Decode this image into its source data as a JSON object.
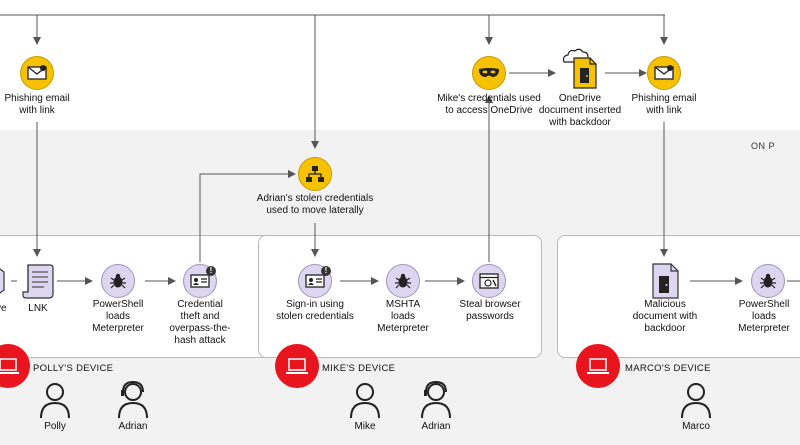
{
  "zone": {
    "label": "ON P"
  },
  "icons": {
    "phishing": "envelope-alert-icon",
    "lnk": "scroll-file-icon",
    "bug": "bug-icon",
    "credential": "id-card-icon",
    "network": "network-flow-icon",
    "mask": "mask-icon",
    "onedrive_doc": "cloud-door-document-icon",
    "browser": "browser-key-icon",
    "document": "door-document-icon",
    "laptop": "laptop-icon",
    "user": "user-icon",
    "headset_user": "headset-user-icon"
  },
  "colors": {
    "attack_node": "#f6c200",
    "device_node": "#ddd6f0",
    "device_badge": "#e8141e"
  },
  "top": {
    "phish1": "Phishing email\nwith link",
    "mike_creds": "Mike's credentials used\nto access OneDrive",
    "onedrive": "OneDrive\ndocument inserted\nwith backdoor",
    "phish2": "Phishing email\nwith link"
  },
  "lateral": {
    "label": "Adrian's stolen credentials\nused to move laterally"
  },
  "devices": {
    "polly": {
      "label": "POLLY'S DEVICE",
      "nodes": {
        "partial": "ve",
        "lnk": "LNK",
        "powershell": "PowerShell\nloads\nMeterpreter",
        "credtheft": "Credential\ntheft and\noverpass-the-\nhash attack"
      },
      "users": [
        "Polly",
        "Adrian"
      ]
    },
    "mike": {
      "label": "MIKE'S DEVICE",
      "nodes": {
        "signin": "Sign-in using\nstolen credentials",
        "mshta": "MSHTA\nloads\nMeterpreter",
        "steal": "Steal browser\npasswords"
      },
      "users": [
        "Mike",
        "Adrian"
      ]
    },
    "marco": {
      "label": "MARCO'S DEVICE",
      "nodes": {
        "maldoc": "Malicious\ndocument with\nbackdoor",
        "powershell": "PowerShell\nloads\nMeterpreter"
      },
      "users": [
        "Marco"
      ]
    }
  }
}
